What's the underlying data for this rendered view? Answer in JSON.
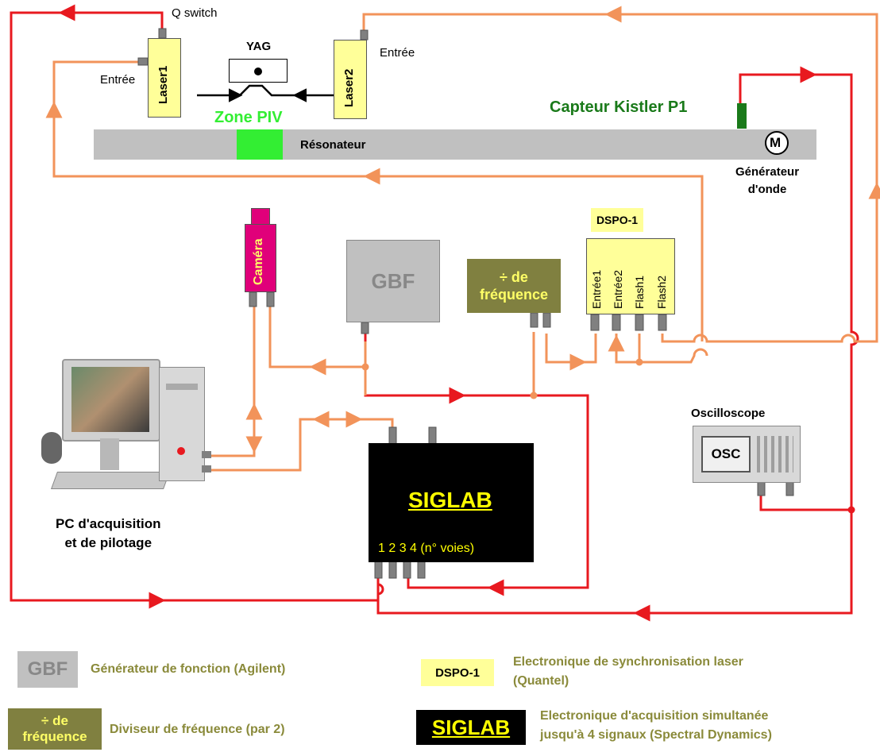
{
  "colors": {
    "signal_red": "#e8191f",
    "signal_orange": "#f2935a",
    "laser_yellow": "#ffff99",
    "gbf_gray": "#c0c0c0",
    "divider_olive": "#808040",
    "camera_magenta": "#e0007a",
    "siglab_black": "#000000",
    "zone_green": "#33ee33",
    "kistler_green": "#1a7a1a",
    "legend_text": "#8a8a3a"
  },
  "labels": {
    "q_switch": "Q switch",
    "entree_laser1": "Entrée",
    "entree_laser2": "Entrée",
    "yag": "YAG",
    "laser1": "Laser1",
    "laser2": "Laser2",
    "zone_piv": "Zone PIV",
    "resonateur": "Résonateur",
    "capteur_kistler": "Capteur Kistler P1",
    "motor_symbol": "M",
    "generateur_onde": "Générateur\nd'onde",
    "camera": "Caméra",
    "gbf": "GBF",
    "divider": "÷ de\nfréquence",
    "dspo_title": "DSPO-1",
    "dspo_ports": [
      "Entrée1",
      "Entrée2",
      "Flash1",
      "Flash2"
    ],
    "oscilloscope": "Oscilloscope",
    "osc": "OSC",
    "siglab": "SIGLAB",
    "siglab_channels": "1 2 3 4 (n° voies)",
    "pc": "PC d'acquisition\net de pilotage"
  },
  "legend": {
    "gbf_key": "GBF",
    "gbf_desc": "Générateur de fonction (Agilent)",
    "divider_key": "÷ de\nfréquence",
    "divider_desc": "Diviseur de fréquence (par 2)",
    "dspo_key": "DSPO-1",
    "dspo_desc": "Electronique de synchronisation laser\n(Quantel)",
    "siglab_key": "SIGLAB",
    "siglab_desc": "Electronique d'acquisition simultanée\njusqu'à 4 signaux  (Spectral Dynamics)"
  }
}
